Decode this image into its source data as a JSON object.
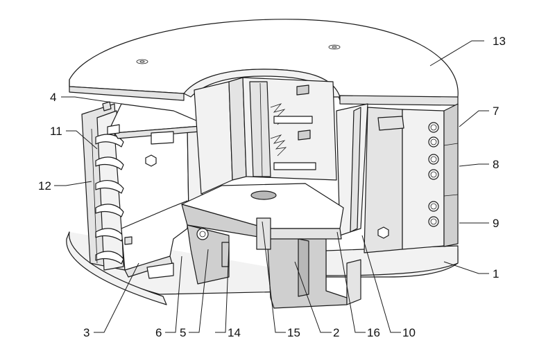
{
  "callouts": [
    {
      "id": "c13",
      "text": "13"
    },
    {
      "id": "c4",
      "text": "4"
    },
    {
      "id": "c11",
      "text": "11"
    },
    {
      "id": "c12",
      "text": "12"
    },
    {
      "id": "c7",
      "text": "7"
    },
    {
      "id": "c8",
      "text": "8"
    },
    {
      "id": "c9",
      "text": "9"
    },
    {
      "id": "c1",
      "text": "1"
    },
    {
      "id": "c3",
      "text": "3"
    },
    {
      "id": "c6",
      "text": "6"
    },
    {
      "id": "c5",
      "text": "5"
    },
    {
      "id": "c14",
      "text": "14"
    },
    {
      "id": "c15",
      "text": "15"
    },
    {
      "id": "c2",
      "text": "2"
    },
    {
      "id": "c16",
      "text": "16"
    },
    {
      "id": "c10",
      "text": "10"
    }
  ]
}
